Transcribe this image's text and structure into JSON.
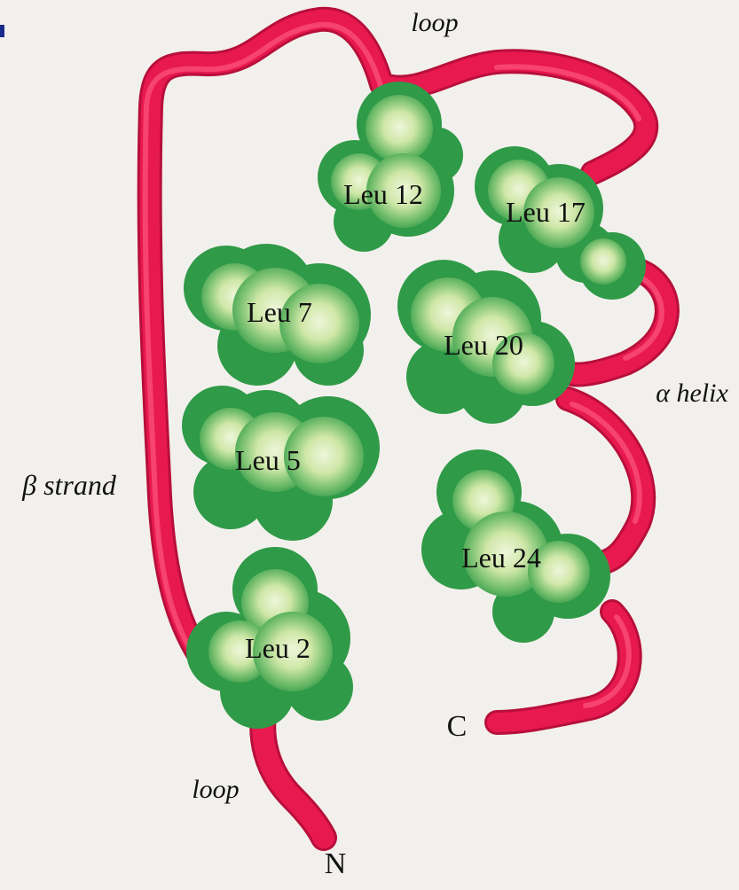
{
  "labels": {
    "loop_top": "loop",
    "loop_bottom": "loop",
    "beta_strand": "β strand",
    "alpha_helix": "α helix",
    "c_terminus": "C",
    "n_terminus": "N"
  },
  "residues": [
    {
      "id": "leu12",
      "label": "Leu 12"
    },
    {
      "id": "leu17",
      "label": "Leu 17"
    },
    {
      "id": "leu7",
      "label": "Leu 7"
    },
    {
      "id": "leu20",
      "label": "Leu 20"
    },
    {
      "id": "leu5",
      "label": "Leu 5"
    },
    {
      "id": "leu24",
      "label": "Leu 24"
    },
    {
      "id": "leu2",
      "label": "Leu 2"
    }
  ],
  "colors": {
    "backbone": "#e8194f",
    "backbone_dark": "#b80f3a",
    "blob_outer": "#2f9a47",
    "blob_inner": "#e8f3d0",
    "background": "#f2f0ec"
  }
}
